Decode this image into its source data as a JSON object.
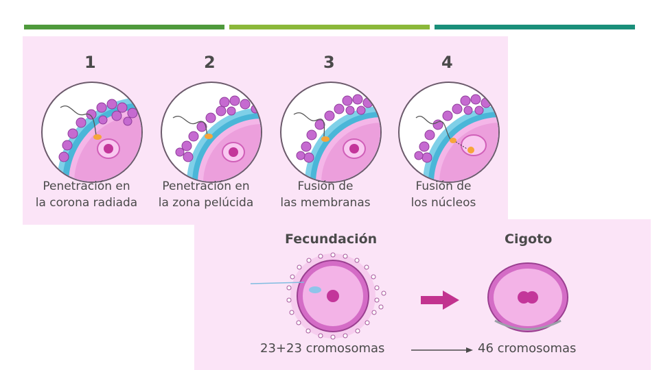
{
  "steps": [
    {
      "number": "1",
      "caption_line1": "Penetración en",
      "caption_line2": "la corona radiada"
    },
    {
      "number": "2",
      "caption_line1": "Penetración en",
      "caption_line2": "la zona pelúcida"
    },
    {
      "number": "3",
      "caption_line1": "Fusión de",
      "caption_line2": "las membranas"
    },
    {
      "number": "4",
      "caption_line1": "Fusión de",
      "caption_line2": "los núcleos"
    }
  ],
  "bottom": {
    "left_title": "Fecundación",
    "right_title": "Cigoto",
    "left_count": "23+23 cromosomas",
    "right_count": "46 cromosomas"
  },
  "colors": {
    "panel": "#fbe4f7",
    "bar1": "#4f9a3c",
    "bar2": "#8bb83a",
    "bar3": "#1a8f7a",
    "arrow": "#c2338f"
  }
}
